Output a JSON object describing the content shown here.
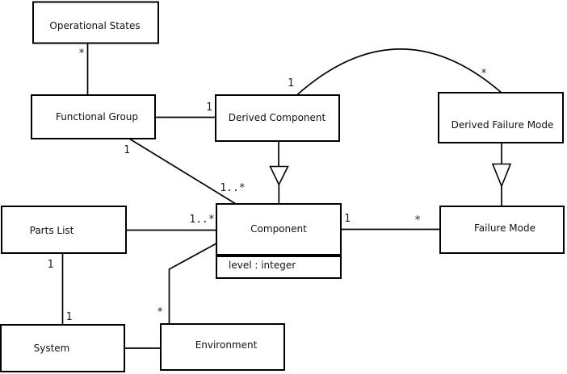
{
  "diagram": {
    "kind": "uml-class-diagram",
    "colors": {
      "background": "#ffffff",
      "line": "#000000",
      "text": "#111111"
    },
    "nodes": {
      "operational_states": {
        "label": "Operational States"
      },
      "functional_group": {
        "label": "Functional Group"
      },
      "derived_component": {
        "label": "Derived Component"
      },
      "derived_failure_mode": {
        "label": "Derived Failure Mode"
      },
      "parts_list": {
        "label": "Parts List"
      },
      "component": {
        "label": "Component",
        "attribute": "level : integer"
      },
      "failure_mode": {
        "label": "Failure Mode"
      },
      "system": {
        "label": "System"
      },
      "environment": {
        "label": "Environment"
      }
    },
    "multiplicities": {
      "os_fg_at_os": "*",
      "fg_dc_at_dc": "1",
      "fg_comp_at_fg": "1",
      "fg_comp_at_comp": "1..*",
      "dc_dfm_at_dc": "1",
      "dc_dfm_at_dfm": "*",
      "pl_comp_at_pl": "1",
      "pl_comp_at_comp": "1..*",
      "comp_fm_at_comp": "1",
      "comp_fm_at_fm": "*",
      "pl_sys_at_pl": "1",
      "pl_sys_at_sys": "1",
      "comp_env_at_env": "*"
    }
  }
}
